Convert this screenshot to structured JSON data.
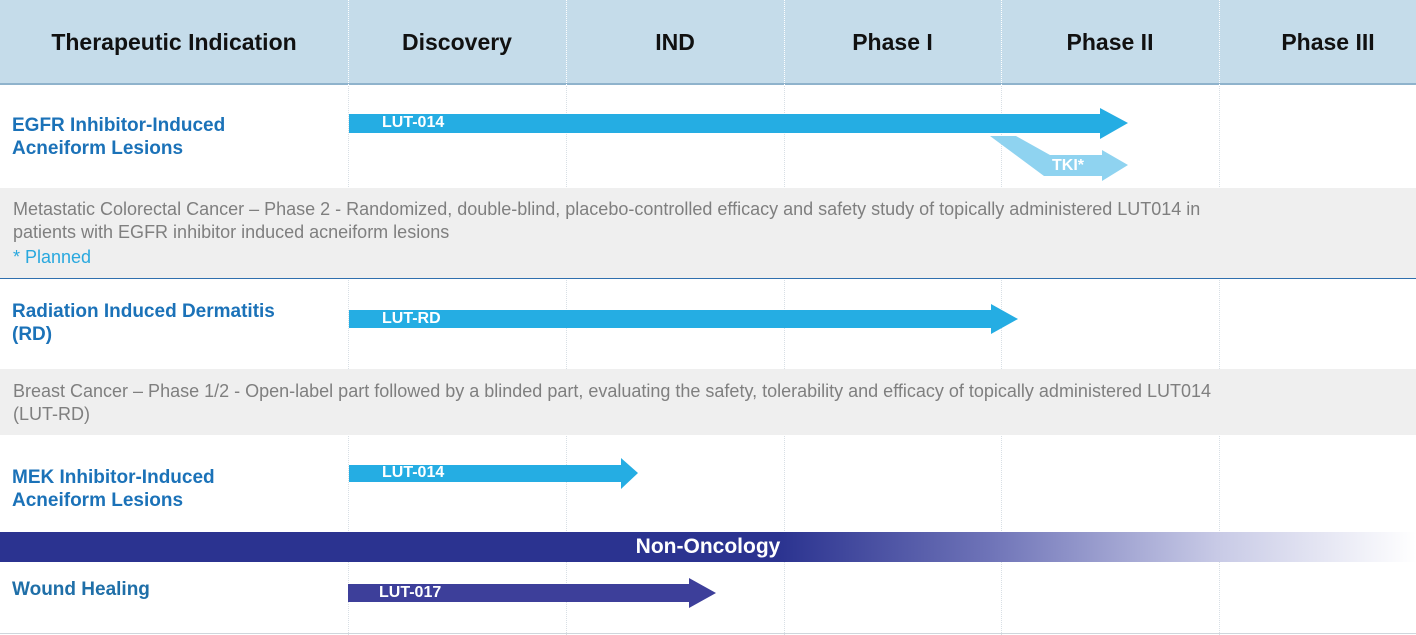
{
  "header": {
    "indication": "Therapeutic Indication",
    "discovery": "Discovery",
    "ind": "IND",
    "phase1": "Phase I",
    "phase2": "Phase II",
    "phase3": "Phase III"
  },
  "rows": {
    "egfr": {
      "label_line1": "EGFR Inhibitor-Induced",
      "label_line2": "Acneiform Lesions",
      "program": "LUT-014",
      "branch": "TKI*",
      "description_line1": "Metastatic Colorectal Cancer – Phase 2  - Randomized, double-blind, placebo-controlled efficacy and safety study of topically administered LUT014 in",
      "description_line2": "patients with EGFR inhibitor induced acneiform lesions",
      "note": "* Planned"
    },
    "rd": {
      "label_line1": "Radiation Induced Dermatitis",
      "label_line2": "(RD)",
      "program": "LUT-RD",
      "description_line1": "Breast Cancer – Phase 1/2 - Open-label part followed by a blinded part, evaluating the safety, tolerability and efficacy of topically administered LUT014",
      "description_line2": "(LUT-RD)"
    },
    "mek": {
      "label_line1": "MEK Inhibitor-Induced",
      "label_line2": "Acneiform Lesions",
      "program": "LUT-014"
    },
    "band": {
      "label": "Non-Oncology"
    },
    "wound": {
      "label": "Wound Healing",
      "program": "LUT-017"
    }
  },
  "colors": {
    "header_bg": "#c5dcea",
    "arrow_blue": "#25ade3",
    "arrow_light": "#8fd3f0",
    "arrow_indigo": "#3d3f9a",
    "band": "#2b3390",
    "label_blue": "#1b72b8"
  }
}
